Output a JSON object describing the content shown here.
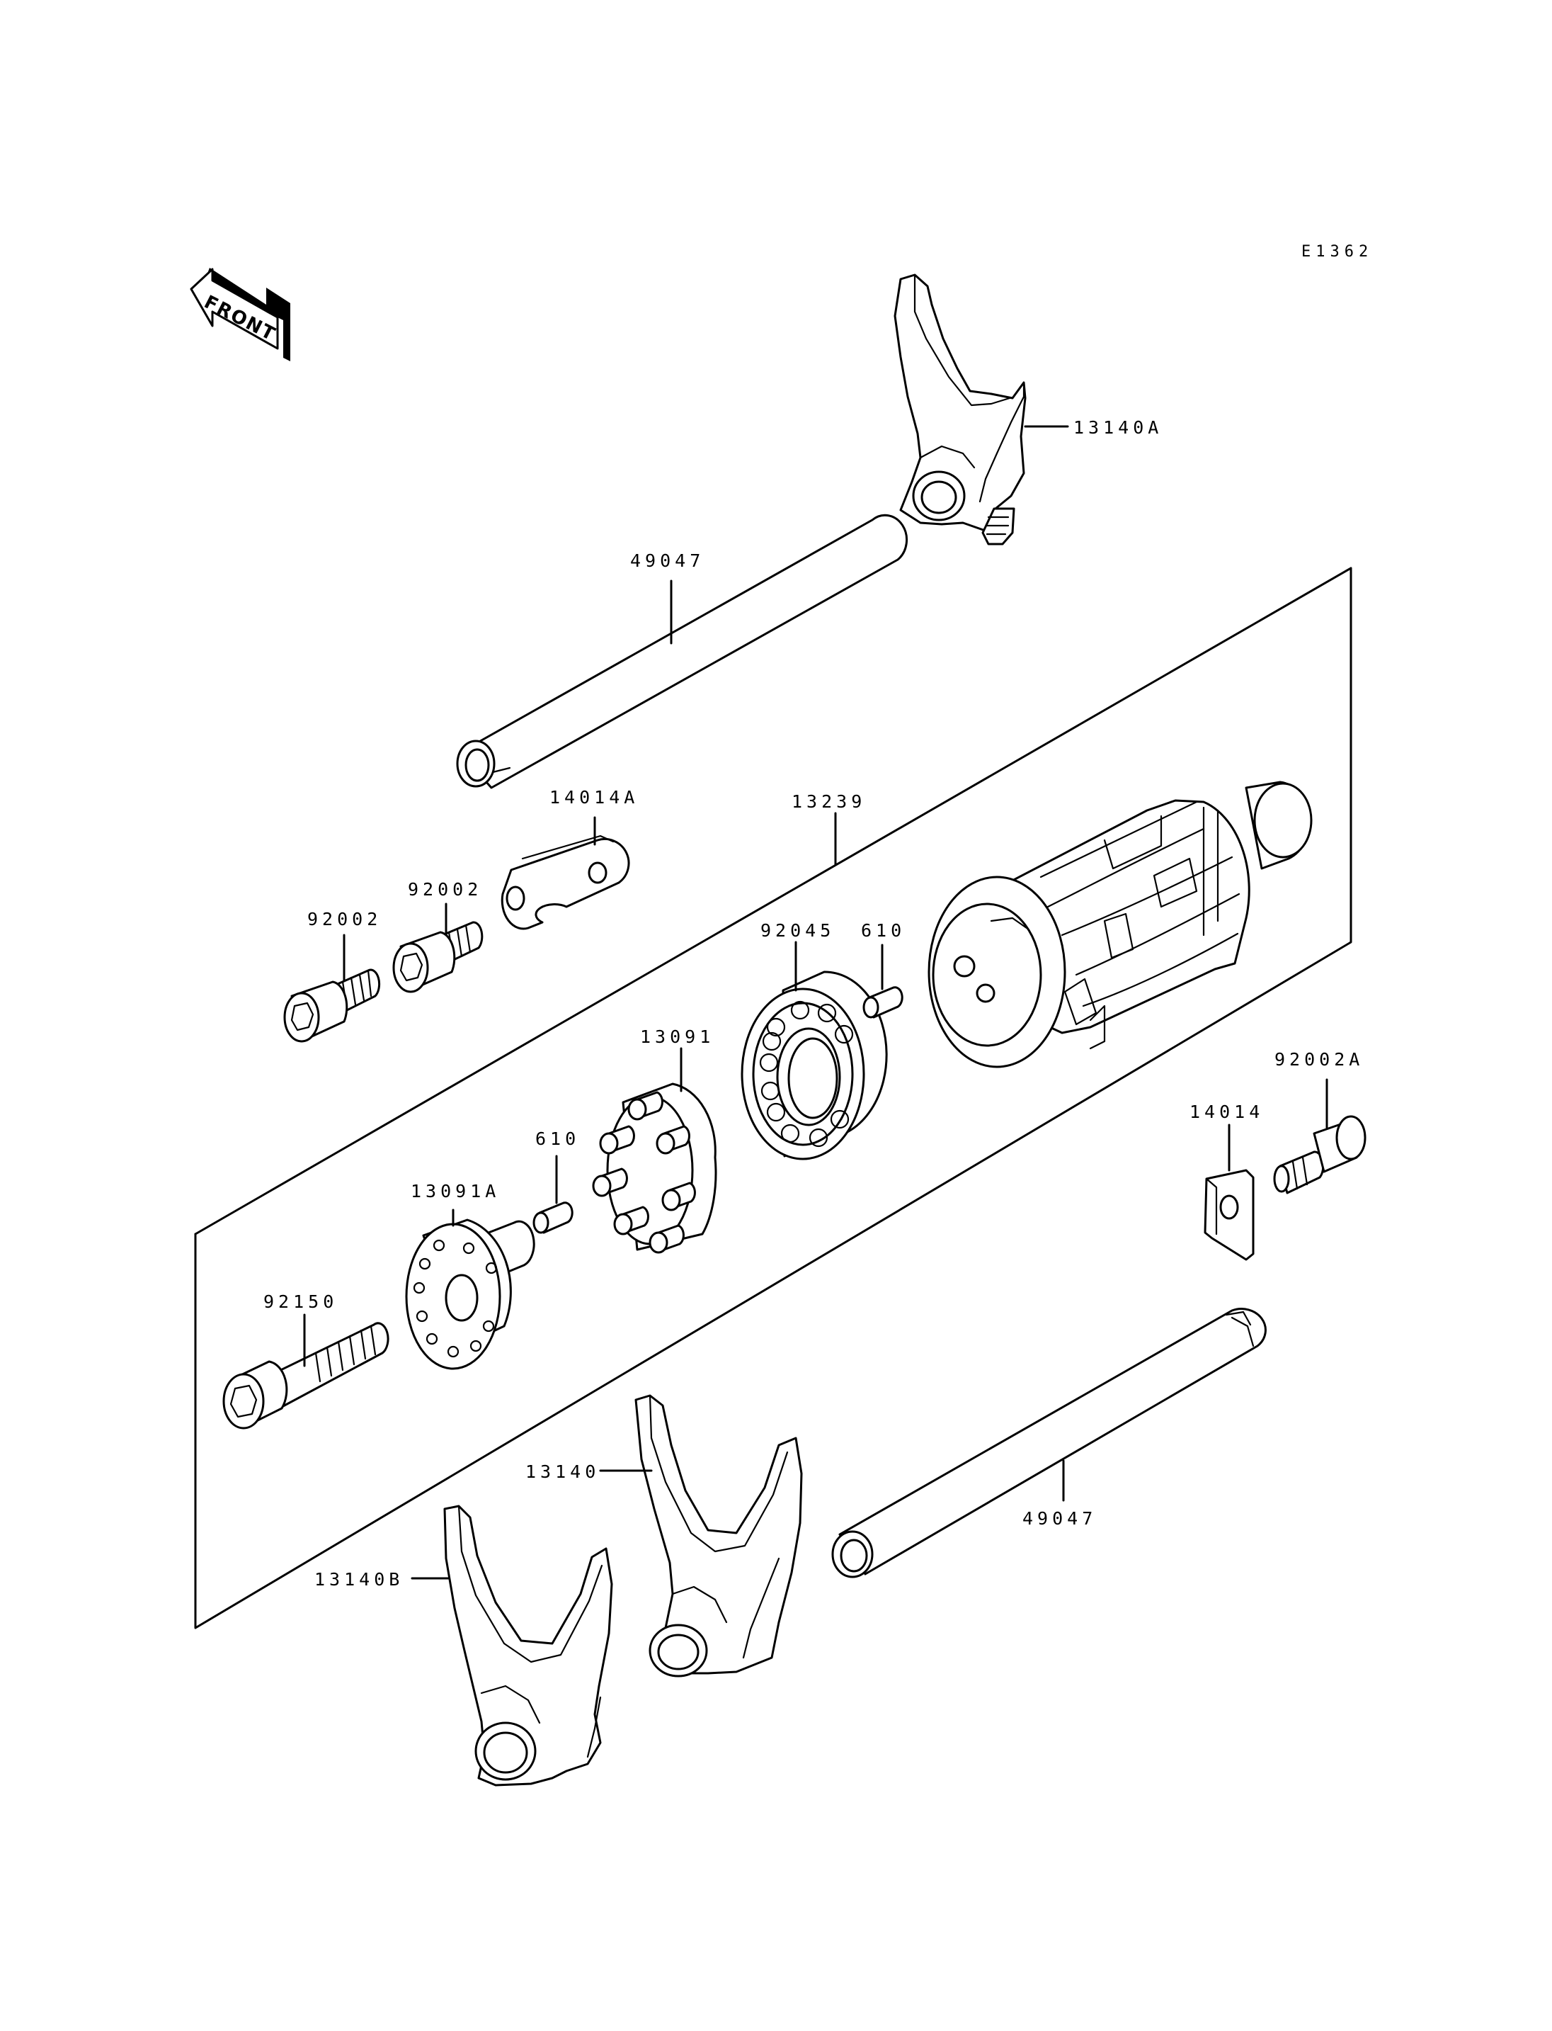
{
  "diagram_code": "E1362",
  "front_arrow_label": "FRONT",
  "callouts": {
    "fork_a": "13140A",
    "shaft_upper": "49047",
    "bracket_a": "14014A",
    "drum": "13239",
    "bolt_left": "92002",
    "bolt_mid": "92002",
    "bearing": "92045",
    "pin_upper": "610",
    "cam": "13091",
    "bolt_a": "92002A",
    "plate": "14014",
    "pin_lower": "610",
    "cam_a": "13091A",
    "bolt_long": "92150",
    "fork": "13140",
    "shaft_lower": "49047",
    "fork_b": "13140B"
  }
}
